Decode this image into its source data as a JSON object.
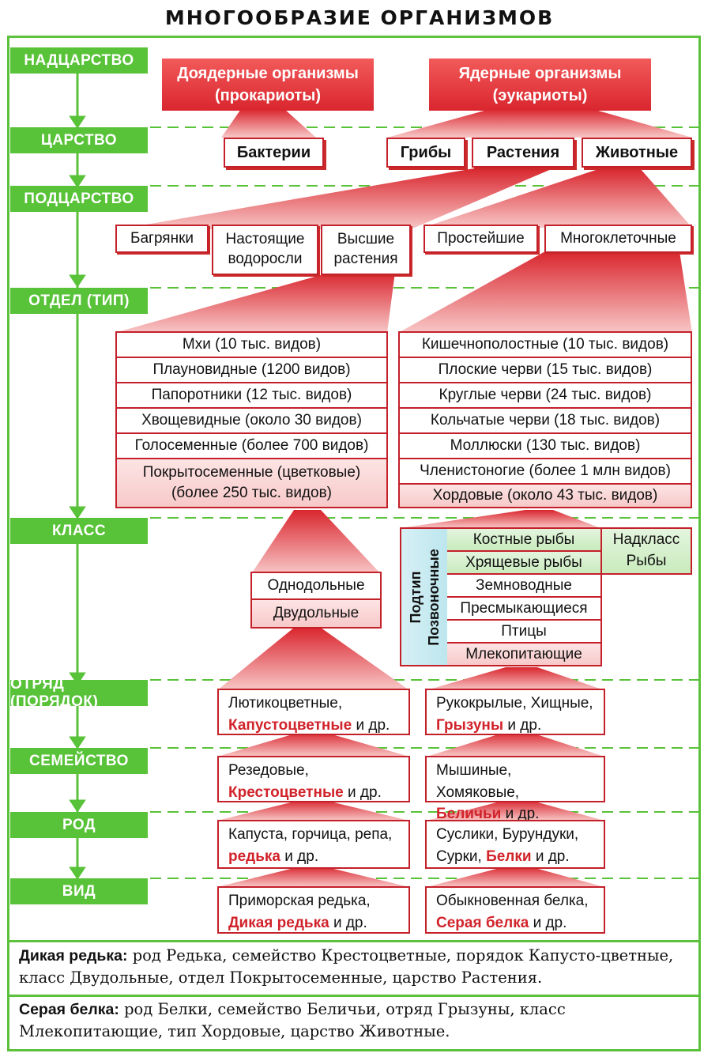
{
  "title": "МНОГООБРАЗИЕ ОРГАНИЗМОВ",
  "ranks": {
    "superkingdom": "НАДЦАРСТВО",
    "kingdom": "ЦАРСТВО",
    "subkingdom": "ПОДЦАРСТВО",
    "division": "ОТДЕЛ (ТИП)",
    "class": "КЛАСС",
    "order": "ОТРЯД (ПОРЯДОК)",
    "family": "СЕМЕЙСТВО",
    "genus": "РОД",
    "species": "ВИД"
  },
  "superkingdoms": [
    {
      "line1": "Доядерные организмы",
      "line2": "(прокариоты)"
    },
    {
      "line1": "Ядерные организмы",
      "line2": "(эукариоты)"
    }
  ],
  "kingdoms": [
    "Бактерии",
    "Грибы",
    "Растения",
    "Животные"
  ],
  "subkingdoms": [
    "Багрянки",
    "Настоящие водоросли",
    "Высшие растения",
    "Простейшие",
    "Многоклеточные"
  ],
  "plant_divisions": [
    "Мхи (10 тыс. видов)",
    "Плауновидные (1200 видов)",
    "Папоротники (12 тыс. видов)",
    "Хвощевидные (около 30 видов)",
    "Голосеменные (более 700 видов)",
    "Покрытосеменные (цветковые) (более 250 тыс. видов)"
  ],
  "animal_phyla": [
    "Кишечнополостные (10 тыс. видов)",
    "Плоские черви (15 тыс. видов)",
    "Круглые черви (24 тыс. видов)",
    "Кольчатые черви (18 тыс. видов)",
    "Моллюски (130 тыс. видов)",
    "Членистоногие (более 1 млн видов)",
    "Хордовые (около 43 тыс. видов)"
  ],
  "plant_classes": [
    "Однодольные",
    "Двудольные"
  ],
  "subphylum_label": [
    "Подтип",
    "Позвоночные"
  ],
  "vertebrate_classes": [
    "Костные рыбы",
    "Хрящевые рыбы",
    "Земноводные",
    "Пресмыкающиеся",
    "Птицы",
    "Млекопитающие"
  ],
  "superclass_label": [
    "Надкласс",
    "Рыбы"
  ],
  "plant_chain": {
    "order": {
      "text": "Лютикоцветные,",
      "highlight": "Капустоцветные",
      "tail": "и др."
    },
    "family": {
      "text": "Резедовые,",
      "highlight": "Крестоцветные",
      "tail": "и др."
    },
    "genus": {
      "text": "Капуста, горчица, репа,",
      "highlight": "редька",
      "tail": "и др."
    },
    "species": {
      "text": "Приморская редька,",
      "highlight": "Дикая редька",
      "tail": "и др."
    }
  },
  "animal_chain": {
    "order": {
      "text": "Рукокрылые, Хищные,",
      "highlight": "Грызуны",
      "tail": "и др."
    },
    "family": {
      "text": "Мышиные, Хомяковые,",
      "highlight": "Беличьи",
      "tail": "и др."
    },
    "genus": {
      "text": "Суслики, Бурундуки,",
      "text2": "Сурки,",
      "highlight": "Белки",
      "tail": "и др."
    },
    "species": {
      "text": "Обыкновенная белка,",
      "highlight": "Серая белка",
      "tail": "и др."
    }
  },
  "notes": [
    {
      "label": "Дикая редька:",
      "text": "род Редька, семейство Крестоцветные, порядок Капусто-цветные, класс Двудольные, отдел Покрытосеменные, царство Растения."
    },
    {
      "label": "Серая белка:",
      "text": "род Белки, семейство Беличьи, отряд Грызуны, класс Млекопитающие, тип Хордовые, царство Животные."
    }
  ],
  "colors": {
    "green": "#58c238",
    "red": "#d9262e",
    "pink": "#f7c9c9",
    "light_green": "#c9ebbd",
    "light_blue": "#d6f0f5"
  }
}
